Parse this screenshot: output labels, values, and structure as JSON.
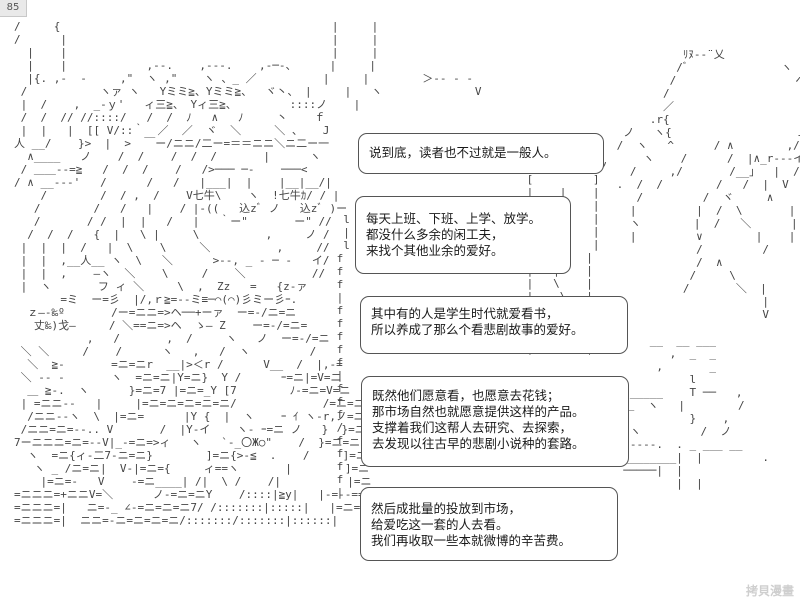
{
  "page_number": "85",
  "ascii_art_fragments": {
    "face_shy_left": "z―-‰º\n丈‰)戈―",
    "blush": "Zz",
    "bubble_tail_rays": "ヘ  Ｚ\n  ゝ― Z",
    "katakana_top_right": "ﾘﾇ-‐¨乂",
    "ze_chars": "ゞｚ丈",
    "eye_left": "汷゜ 込z゛",
    "eye_right": "込z゛",
    "heart_mid": "〇Ж○",
    "big_label": "| 大",
    "faint_text": "七牛\\",
    "faint_text_2": "七牛ｶ"
  },
  "dialogue": {
    "bubble_1": [
      "说到底，读者也不过就是一般人。"
    ],
    "bubble_2": [
      "每天上班、下班、上学、放学。",
      "都没什么多余的闲工夫，",
      "来找个其他业余的爱好。"
    ],
    "bubble_3": [
      "其中有的人是学生时代就爱看书，",
      "所以养成了那么个看悲剧故事的爱好。"
    ],
    "bubble_4": [
      "既然他们愿意看，也愿意去花钱；",
      "那市场自然也就愿意提供这样的产品。",
      "支撑着我们这帮人去研究、去探索，",
      "去发现以往古早的悲剧小说种的套路。"
    ],
    "bubble_5": [
      "然后成批量的投放到市场，",
      "给爱吃这一套的人去看。",
      "我们再收取一些本就微博的辛苦费。"
    ]
  },
  "watermark": "拷貝漫畫"
}
